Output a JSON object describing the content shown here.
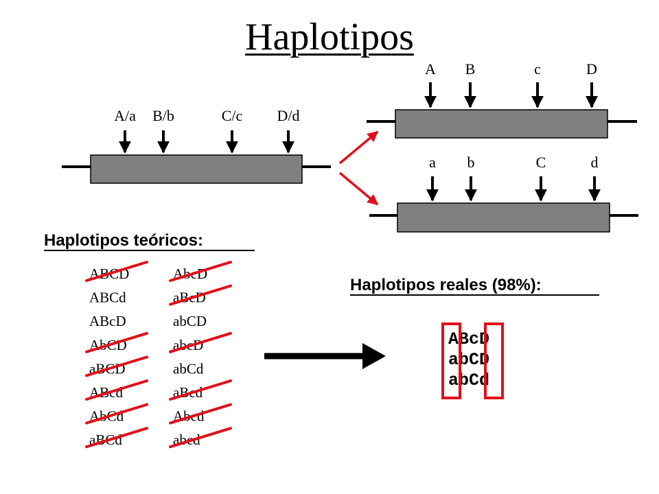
{
  "title": "Haplotipos",
  "colors": {
    "bar_fill": "#808080",
    "strike": "#e0101a",
    "ink": "#000000",
    "box": "#e0101a"
  },
  "genotype": {
    "labels": [
      "A/a",
      "B/b",
      "C/c",
      "D/d"
    ]
  },
  "haplotype_top": {
    "labels": [
      "A",
      "B",
      "c",
      "D"
    ]
  },
  "haplotype_bottom": {
    "labels": [
      "a",
      "b",
      "C",
      "d"
    ]
  },
  "theoretical": {
    "heading": "Haplotipos teóricos:",
    "col1": [
      {
        "text": "ABCD",
        "struck": true
      },
      {
        "text": "ABCd",
        "struck": false
      },
      {
        "text": "ABcD",
        "struck": false
      },
      {
        "text": "AbCD",
        "struck": true
      },
      {
        "text": "aBCD",
        "struck": true
      },
      {
        "text": "ABcd",
        "struck": true
      },
      {
        "text": "AbCd",
        "struck": true
      },
      {
        "text": "aBCd",
        "struck": true
      }
    ],
    "col2": [
      {
        "text": "AbcD",
        "struck": true
      },
      {
        "text": "aBcD",
        "struck": true
      },
      {
        "text": "abCD",
        "struck": false
      },
      {
        "text": "abcD",
        "struck": true
      },
      {
        "text": "abCd",
        "struck": false
      },
      {
        "text": "aBcd",
        "struck": true
      },
      {
        "text": "Abcd",
        "struck": true
      },
      {
        "text": "abcd",
        "struck": true
      }
    ]
  },
  "real": {
    "heading": "Haplotipos reales (98%):",
    "rows": [
      "ABcD",
      "abCD",
      "abCd"
    ]
  }
}
